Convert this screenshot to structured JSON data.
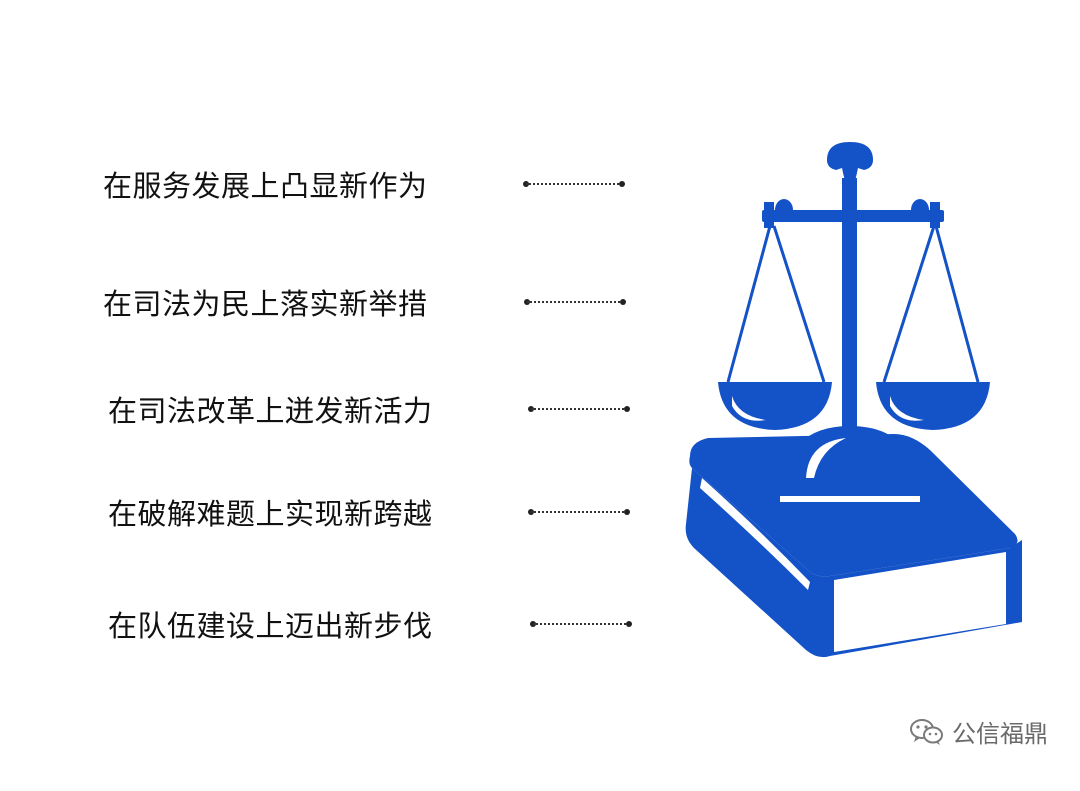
{
  "items": [
    {
      "label": "在服务发展上凸显新作为"
    },
    {
      "label": "在司法为民上落实新举措"
    },
    {
      "label": "在司法改革上迸发新活力"
    },
    {
      "label": "在破解难题上实现新跨越"
    },
    {
      "label": "在队伍建设上迈出新步伐"
    }
  ],
  "illustration": {
    "icon": "scales-of-justice-on-book-icon",
    "color": "#1452c8"
  },
  "watermark": {
    "icon": "wechat-icon",
    "text": "公信福鼎"
  }
}
